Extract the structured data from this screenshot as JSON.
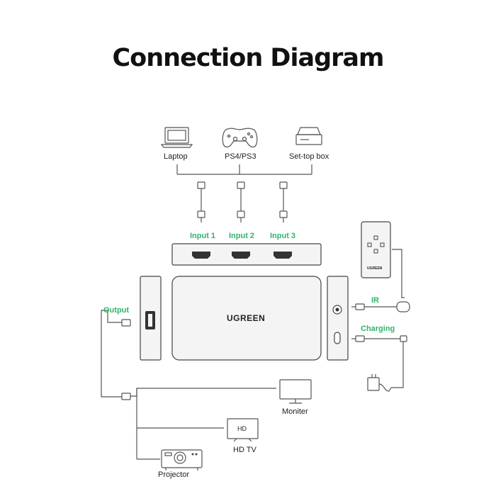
{
  "title": "Connection Diagram",
  "sources": [
    {
      "label": "Laptop",
      "icon": "laptop-icon"
    },
    {
      "label": "PS4/PS3",
      "icon": "gamepad-icon"
    },
    {
      "label": "Set-top box",
      "icon": "set-top-box-icon"
    }
  ],
  "inputs": [
    "Input 1",
    "Input 2",
    "Input 3"
  ],
  "output_label": "Output",
  "brand": "UGREEN",
  "remote_brand": "UGREEN",
  "ir_label": "IR",
  "charging_label": "Charging",
  "destinations": [
    {
      "label": "Moniter",
      "icon": "monitor-icon"
    },
    {
      "label": "HD TV",
      "icon": "hdtv-icon",
      "screen_text": "HD"
    },
    {
      "label": "Projector",
      "icon": "projector-icon"
    }
  ],
  "colors": {
    "accent_green": "#2fb36b",
    "line": "#555555",
    "device_fill": "#f4f4f4"
  }
}
